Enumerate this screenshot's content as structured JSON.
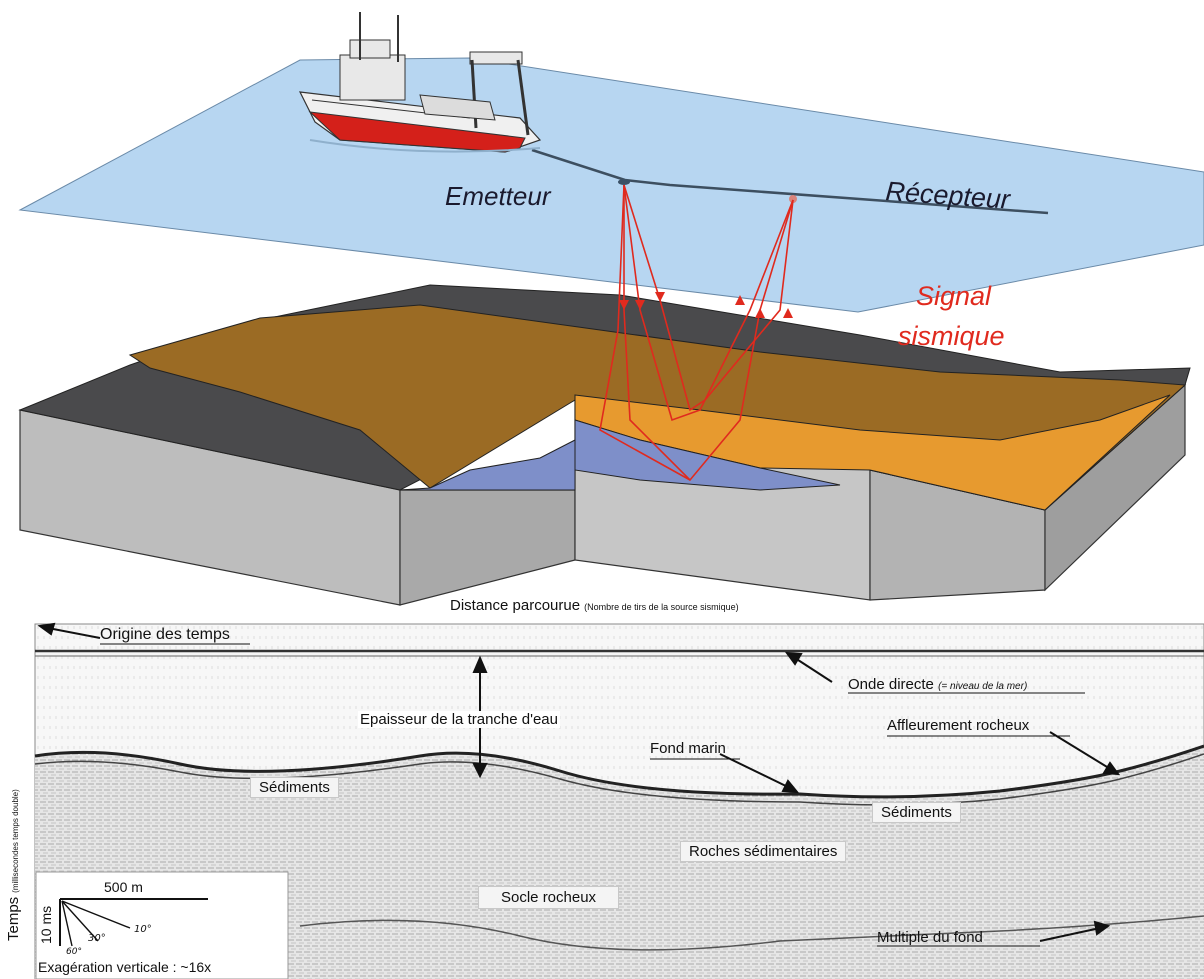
{
  "block_diagram": {
    "label_emitter": "Emetteur",
    "label_receiver": "Récepteur",
    "label_signal_line1": "Signal",
    "label_signal_line2": "sismique",
    "colors": {
      "sea": "#b7d6f1",
      "dark_layer": "#4a4a4c",
      "brown_layer": "#9b6b24",
      "orange_layer": "#e79a2f",
      "blue_layer": "#7e8fc9",
      "basement": "#bdbdbd",
      "signal": "#e02a1e",
      "hull": "#d4201a"
    }
  },
  "seismic_profile": {
    "x_axis_title": "Distance parcourue",
    "x_axis_subtitle": "(Nombre de tirs de la source sismique)",
    "y_axis_title": "Temps",
    "y_axis_subtitle": "(millisecondes temps double)",
    "labels": {
      "origin": "Origine des temps",
      "direct_wave": "Onde directe",
      "direct_wave_note": "(= niveau de la mer)",
      "water_thickness": "Epaisseur de la tranche d'eau",
      "seafloor": "Fond marin",
      "outcrop": "Affleurement rocheux",
      "sediments_left": "Sédiments",
      "sediments_right": "Sédiments",
      "sedimentary_rocks": "Roches sédimentaires",
      "bedrock": "Socle rocheux",
      "multiple": "Multiple du fond"
    },
    "scale_box": {
      "horizontal": "500 m",
      "vertical": "10 ms",
      "angle_60": "60°",
      "angle_30": "30°",
      "angle_10": "10°",
      "exaggeration": "Exagération verticale : ~16x"
    }
  }
}
